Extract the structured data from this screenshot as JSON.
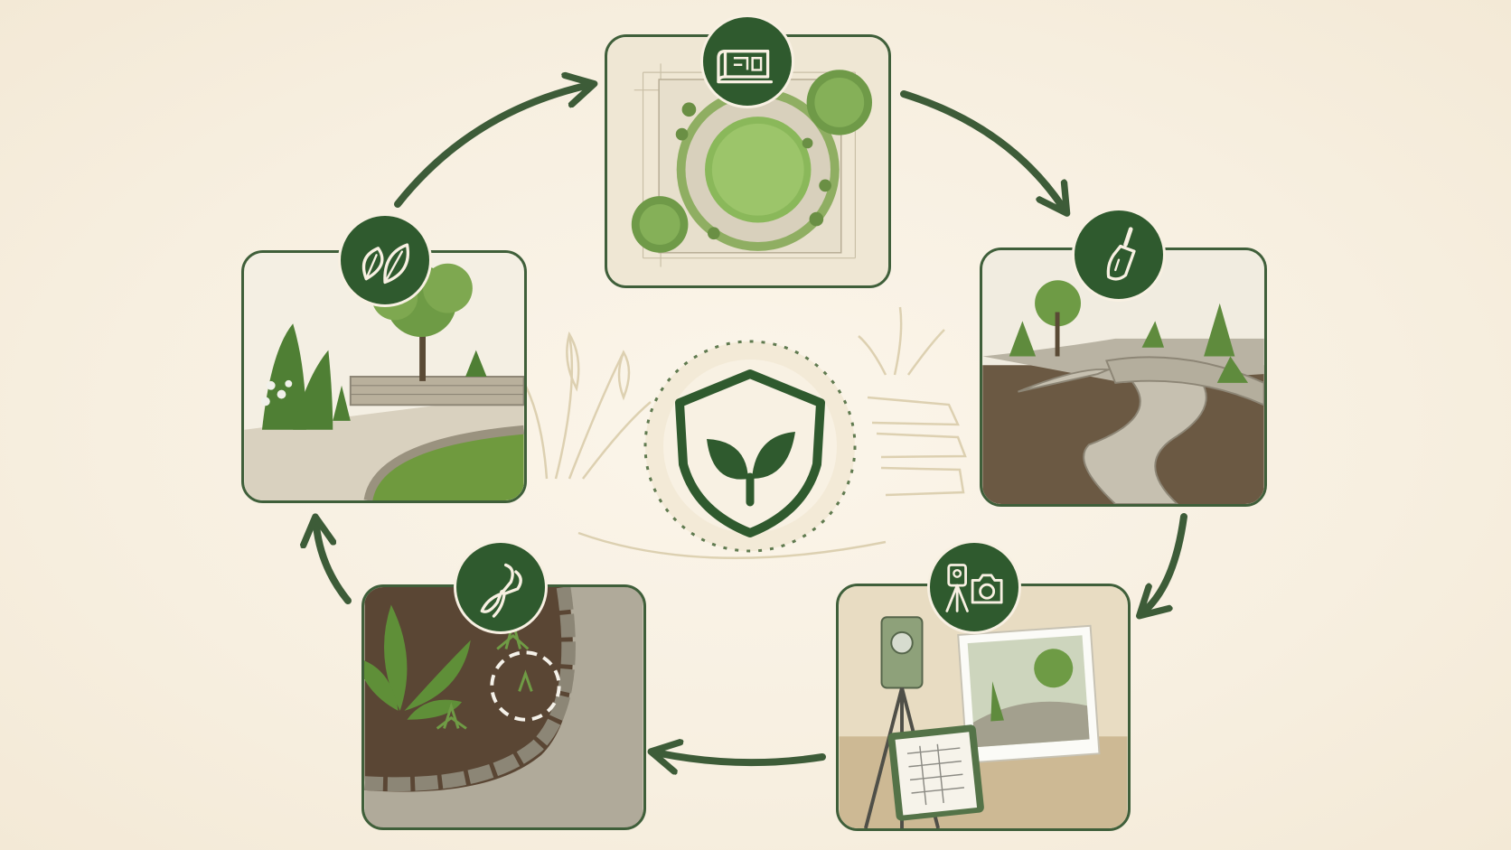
{
  "colors": {
    "primary_green": "#2f5a2e",
    "frame_green": "#3f5f3a",
    "background": "#f8f0e2"
  },
  "center": {
    "icon": "shield-leaf-icon"
  },
  "steps": [
    {
      "id": "design",
      "icon": "blueprint-icon",
      "image": "garden-plan-top-view"
    },
    {
      "id": "build",
      "icon": "trowel-icon",
      "image": "curved-stone-path-construction"
    },
    {
      "id": "survey",
      "icon": "surveyor-camera-icon",
      "image": "total-station-and-photo"
    },
    {
      "id": "maintain",
      "icon": "pruning-shears-icon",
      "image": "plant-bed-maintenance"
    },
    {
      "id": "mature",
      "icon": "leaves-icon",
      "image": "finished-garden-patio"
    }
  ],
  "flow": {
    "direction": "clockwise",
    "order": [
      "design",
      "build",
      "survey",
      "maintain",
      "mature"
    ]
  }
}
